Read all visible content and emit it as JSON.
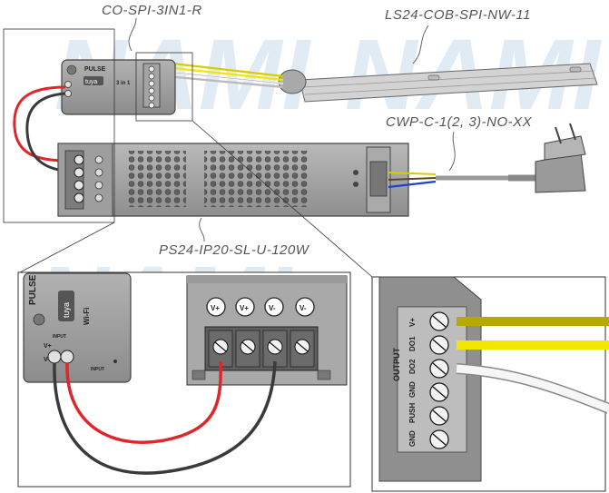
{
  "labels": {
    "controller_model": "CO-SPI-3IN1-R",
    "strip_model": "LS24-COB-SPI-NW-11",
    "cable_model": "CWP-C-1(2, 3)-NO-XX",
    "psu_model": "PS24-IP20-SL-U-120W"
  },
  "controller": {
    "brand": "PULSE",
    "app": "tuya",
    "wireless": "Wi-Fi",
    "mode": "3 in 1",
    "input_label": "INPUT",
    "input_plus": "V+",
    "input_minus": "V-"
  },
  "output_block": {
    "title": "OUTPUT",
    "pins": [
      "V+",
      "DO1",
      "DO2",
      "GND",
      "PUSH",
      "GND"
    ]
  },
  "psu_terminals": [
    "V+",
    "V+",
    "V-",
    "V-"
  ],
  "watermark": "NAMI",
  "colors": {
    "wire_red": "#e0262a",
    "wire_black": "#3a3a3a",
    "wire_yellow": "#f3e600",
    "wire_olive": "#b8a900",
    "wire_white": "#f6f6f6",
    "wire_blue": "#2040d0",
    "body_grey": "#8f8f8f",
    "light_grey": "#c8c8c8"
  }
}
